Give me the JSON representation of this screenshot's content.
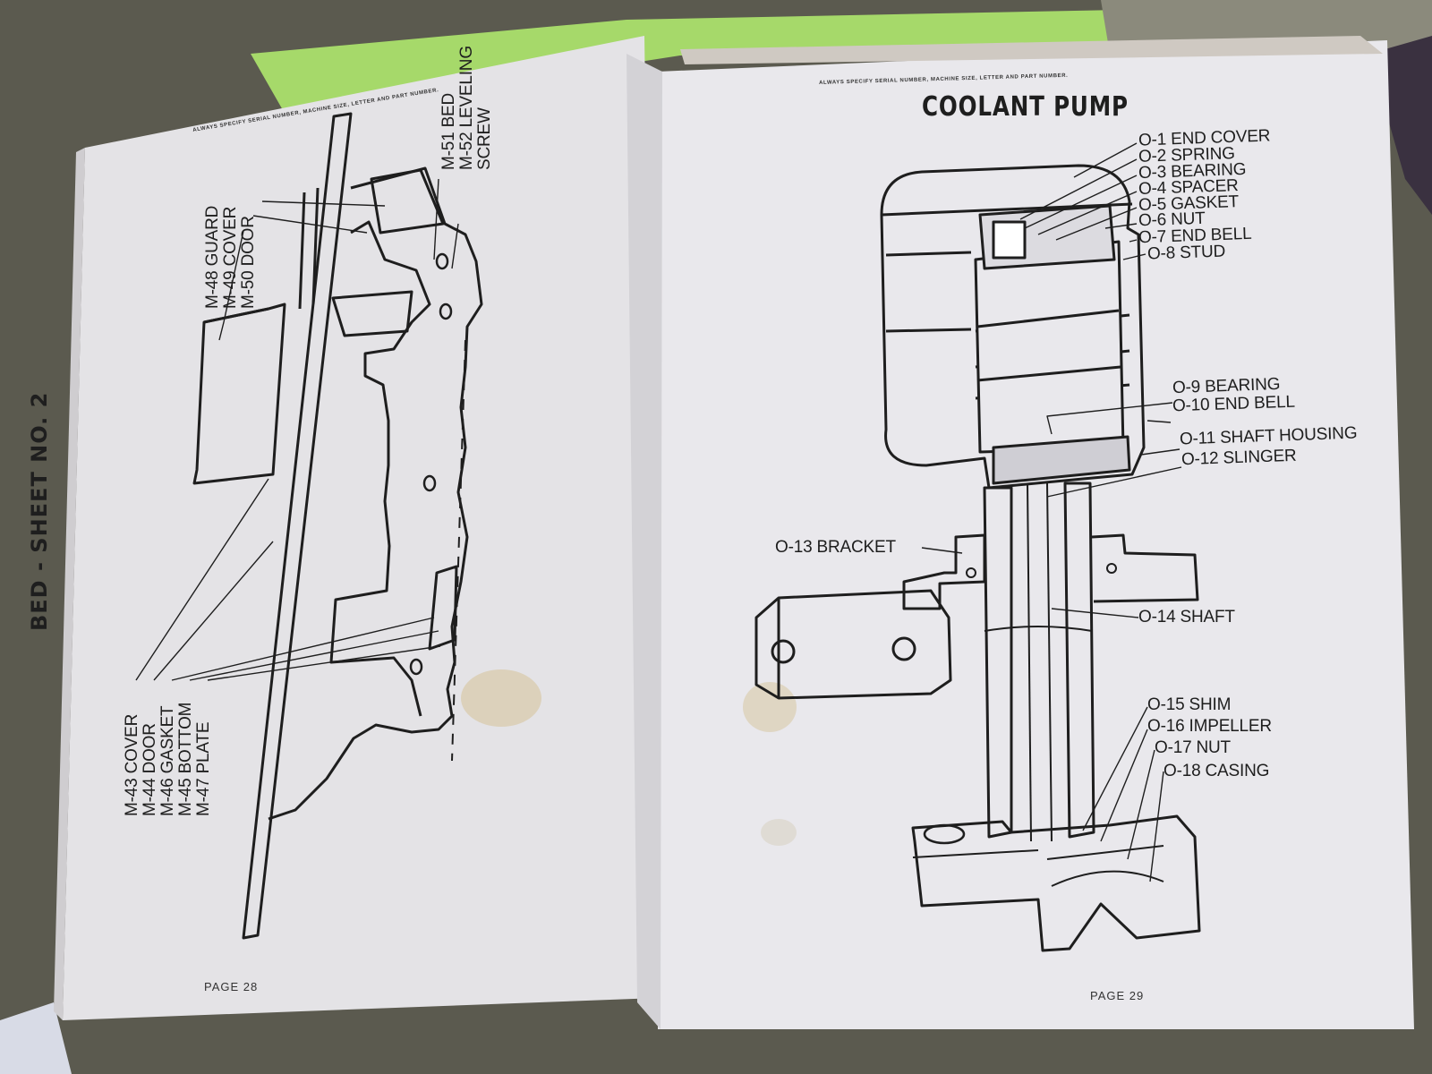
{
  "left_page": {
    "header": "ALWAYS SPECIFY SERIAL NUMBER, MACHINE SIZE, LETTER AND PART NUMBER.",
    "title": "BED - SHEET NO. 2",
    "labels_top": [
      "M-48 GUARD",
      "M-49 COVER",
      "M-50 DOOR"
    ],
    "labels_right": [
      "M-51 BED",
      "M-52 LEVELING",
      "SCREW"
    ],
    "labels_bottom": [
      "M-43 COVER",
      "M-44 DOOR",
      "M-46 GASKET",
      "M-45 BOTTOM",
      "M-47 PLATE"
    ],
    "page_number": "PAGE 28"
  },
  "right_page": {
    "header": "ALWAYS SPECIFY SERIAL NUMBER, MACHINE SIZE, LETTER AND PART NUMBER.",
    "title": "COOLANT PUMP",
    "parts": [
      "O-1 END COVER",
      "O-2 SPRING",
      "O-3 BEARING",
      "O-4 SPACER",
      "O-5 GASKET",
      "O-6 NUT",
      "O-7 END BELL",
      "O-8 STUD",
      "O-9 BEARING",
      "O-10 END BELL",
      "O-11 SHAFT HOUSING",
      "O-12 SLINGER",
      "O-13 BRACKET",
      "O-14 SHAFT",
      "O-15 SHIM",
      "O-16 IMPELLER",
      "O-17 NUT",
      "O-18 CASING"
    ],
    "page_number": "PAGE 29"
  }
}
